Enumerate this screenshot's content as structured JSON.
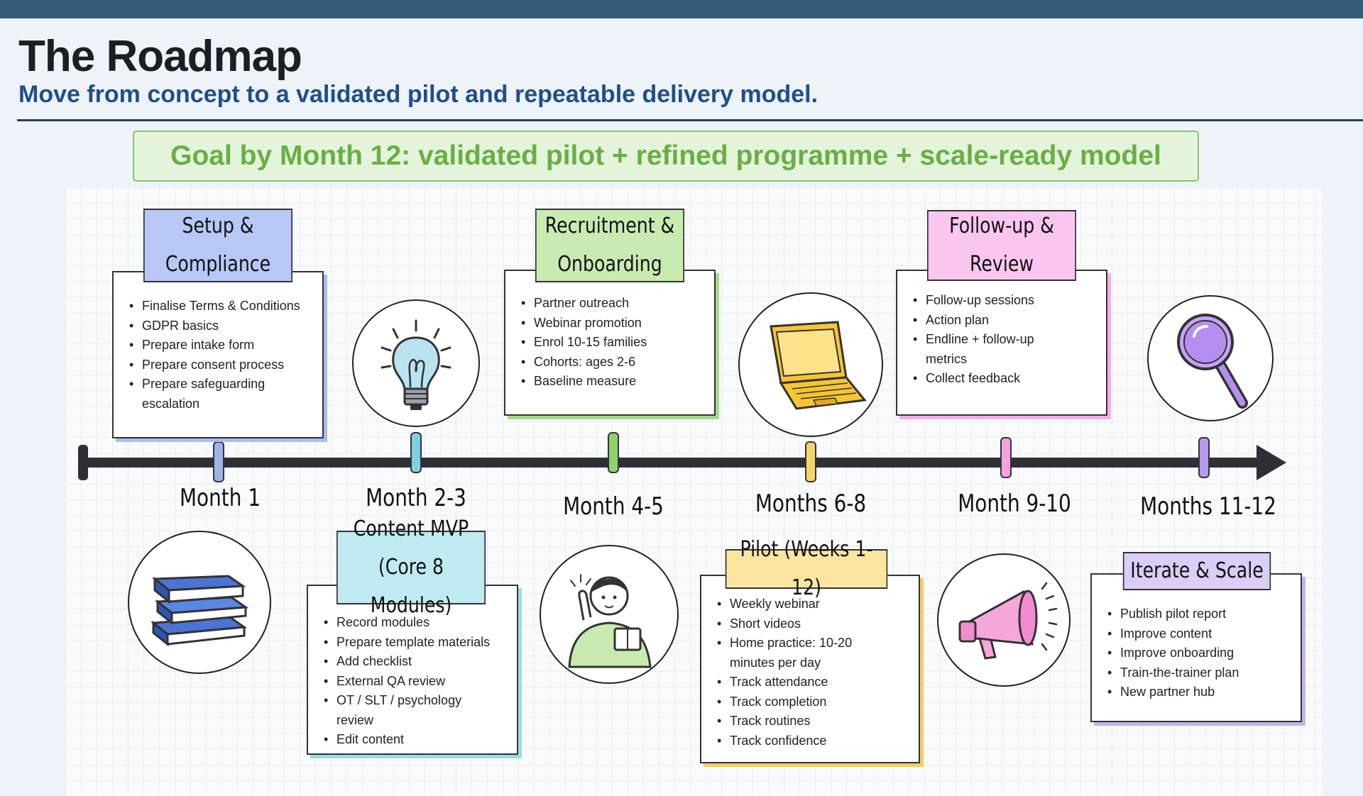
{
  "header": {
    "title": "The Roadmap",
    "subtitle": "Move from concept to a validated pilot and repeatable delivery model."
  },
  "goal": "Goal by Month 12: validated pilot + refined programme + scale-ready model",
  "timeline": {
    "months": [
      "Month 1",
      "Month 2-3",
      "Month 4-5",
      "Months 6-8",
      "Month 9-10",
      "Months 11-12"
    ],
    "tick_colors": [
      "#9bb4e8",
      "#7fd0de",
      "#8fd16c",
      "#f5d56a",
      "#f5a3dc",
      "#b69af0"
    ]
  },
  "phases": [
    {
      "title_line1": "Setup &",
      "title_line2": "Compliance",
      "color": "#b7c8f7",
      "shadow": "#a6bdf2",
      "items": [
        "Finalise Terms & Conditions",
        "GDPR basics",
        "Prepare intake form",
        "Prepare consent process",
        "Prepare safeguarding",
        "escalation"
      ]
    },
    {
      "title_line1": "Content MVP",
      "title_line2": "(Core 8 Modules)",
      "color": "#bfeaf2",
      "shadow": "#9edbe6",
      "items": [
        "Record modules",
        "Prepare template materials",
        "Add checklist",
        "External QA review",
        "OT / SLT / psychology",
        "review",
        "Edit content"
      ]
    },
    {
      "title_line1": "Recruitment &",
      "title_line2": "Onboarding",
      "color": "#c9ebb1",
      "shadow": "#a4d98a",
      "items": [
        "Partner outreach",
        "Webinar promotion",
        "Enrol 10-15 families",
        "Cohorts: ages 2-6",
        "Baseline measure"
      ]
    },
    {
      "title_line1": "Pilot (Weeks 1-12)",
      "title_line2": "",
      "color": "#fbe6a0",
      "shadow": "#f2cf63",
      "items": [
        "Weekly webinar",
        "Short videos",
        "Home practice: 10-20",
        "minutes per day",
        "Track attendance",
        "Track completion",
        "Track routines",
        "Track confidence"
      ]
    },
    {
      "title_line1": "Follow-up &",
      "title_line2": "Review",
      "color": "#f8c6ee",
      "shadow": "#f4aee6",
      "items": [
        "Follow-up sessions",
        "Action plan",
        "Endline + follow-up",
        "metrics",
        "Collect feedback"
      ]
    },
    {
      "title_line1": "Iterate & Scale",
      "title_line2": "",
      "color": "#dccdf7",
      "shadow": "#c6b2f1",
      "items": [
        "Publish pilot report",
        "Improve content",
        "Improve onboarding",
        "Train-the-trainer plan",
        "New partner hub"
      ]
    }
  ],
  "icons": [
    "lightbulb-icon",
    "laptop-icon",
    "magnifier-icon",
    "books-icon",
    "person-reading-icon",
    "megaphone-icon"
  ]
}
